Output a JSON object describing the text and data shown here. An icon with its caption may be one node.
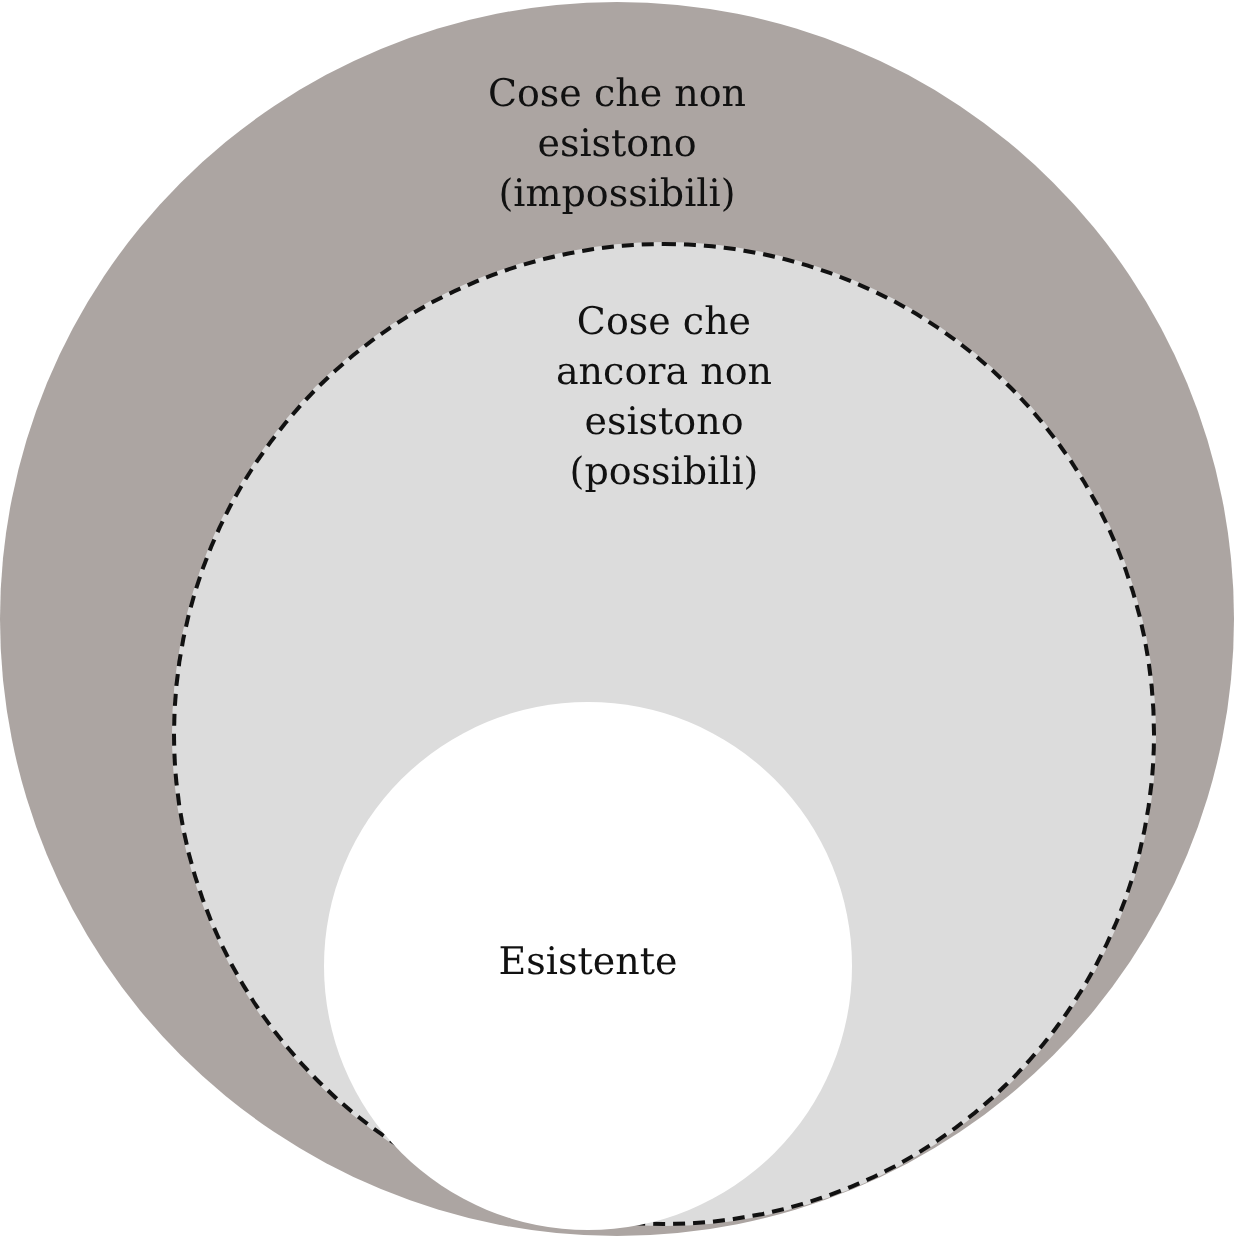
{
  "diagram": {
    "nodes": [
      {
        "text": [
          "Cose che non esistono (impossibili)"
        ]
      },
      {
        "text": [
          "Cose che ancora non esistono (possibili)"
        ],
        "in": 0
      },
      {
        "text": [
          "Esistente"
        ],
        "in": 1
      }
    ]
  }
}
